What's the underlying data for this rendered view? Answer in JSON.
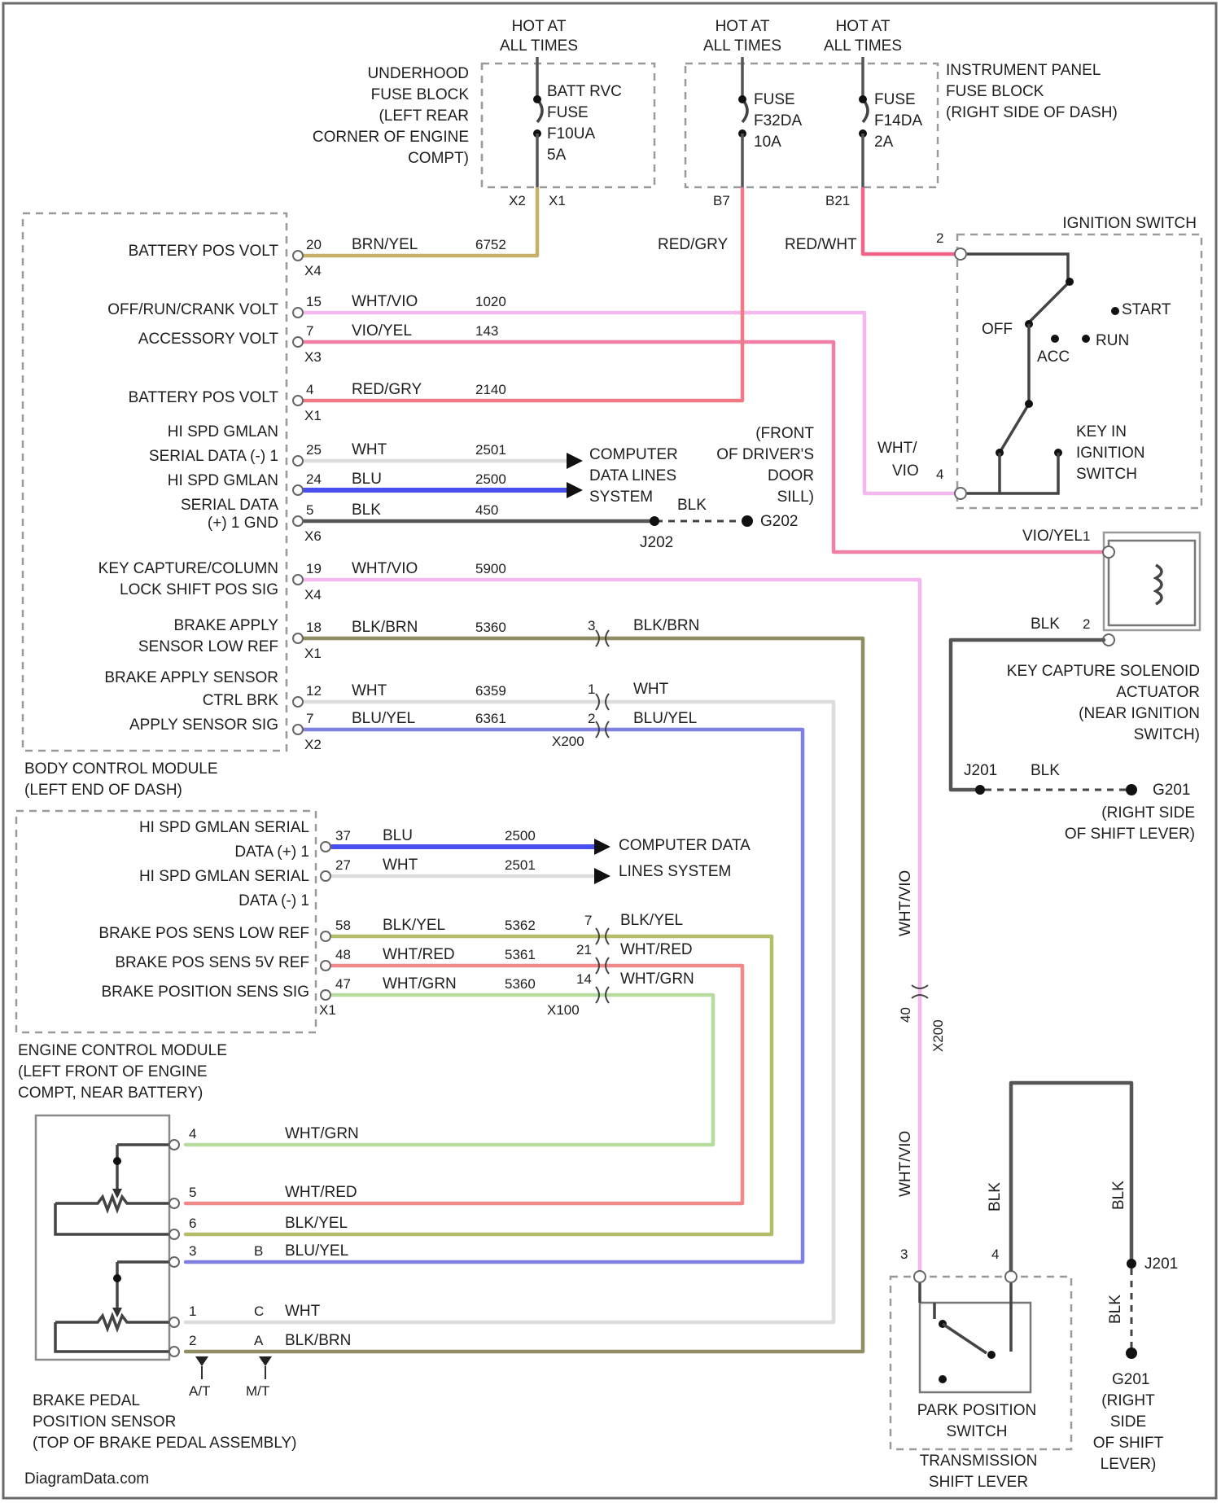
{
  "title": "",
  "watermark": "DiagramData.com",
  "colors": {
    "brn_yel": "#c9b06a",
    "red_gry": "#ef7a86",
    "red_wht": "#f0648a",
    "wht_vio": "#f4b8ee",
    "vio_yel": "#f07fa6",
    "wht": "#dcdcdc",
    "blu": "#4a4ff0",
    "blk": "#555555",
    "blk_brn": "#8e8e62",
    "blu_yel": "#7f7fe0",
    "blk_yel": "#b4bd68",
    "wht_red": "#f08a8a",
    "wht_grn": "#b6dca0"
  },
  "hot_labels": [
    "HOT AT",
    "ALL TIMES"
  ],
  "underhood_fuse_block": {
    "label": [
      "UNDERHOOD",
      "FUSE BLOCK",
      "(LEFT REAR",
      "CORNER OF ENGINE",
      "COMPT)"
    ],
    "fuse": [
      "BATT RVC",
      "FUSE",
      "F10UA",
      "5A"
    ],
    "pins": [
      "X2",
      "X1"
    ]
  },
  "ip_fuse_block": {
    "label": [
      "INSTRUMENT PANEL",
      "FUSE BLOCK",
      "(RIGHT SIDE OF DASH)"
    ],
    "fuse1": [
      "FUSE",
      "F32DA",
      "10A"
    ],
    "fuse2": [
      "FUSE",
      "F14DA",
      "2A"
    ],
    "pins": [
      "B7",
      "B21"
    ]
  },
  "bcm": {
    "name": [
      "BODY CONTROL MODULE",
      "(LEFT END OF DASH)"
    ],
    "rows": [
      {
        "label": "BATTERY POS VOLT",
        "pin": "20",
        "color": "BRN/YEL",
        "circuit": "6752",
        "conn": "X4"
      },
      {
        "label": "OFF/RUN/CRANK VOLT",
        "pin": "15",
        "color": "WHT/VIO",
        "circuit": "1020",
        "conn": ""
      },
      {
        "label": "ACCESSORY VOLT",
        "pin": "7",
        "color": "VIO/YEL",
        "circuit": "143",
        "conn": "X3"
      },
      {
        "label": "BATTERY POS VOLT",
        "pin": "4",
        "color": "RED/GRY",
        "circuit": "2140",
        "conn": "X1"
      },
      {
        "label": "HI SPD GMLAN SERIAL DATA (-) 1",
        "pin": "25",
        "color": "WHT",
        "circuit": "2501",
        "conn": ""
      },
      {
        "label": "HI SPD GMLAN SERIAL DATA (+) 1",
        "pin": "24",
        "color": "BLU",
        "circuit": "2500",
        "conn": ""
      },
      {
        "label": "GND",
        "pin": "5",
        "color": "BLK",
        "circuit": "450",
        "conn": "X6"
      },
      {
        "label": "KEY CAPTURE/COLUMN LOCK SHIFT POS SIG",
        "pin": "19",
        "color": "WHT/VIO",
        "circuit": "5900",
        "conn": "X4"
      },
      {
        "label": "BRAKE APPLY SENSOR LOW REF",
        "pin": "18",
        "color": "BLK/BRN",
        "circuit": "5360",
        "conn": "X1"
      },
      {
        "label": "BRAKE APPLY SENSOR CTRL",
        "pin": "12",
        "color": "WHT",
        "circuit": "6359",
        "conn": ""
      },
      {
        "label": "BRAKE APPLY SENSOR SIG",
        "pin": "7",
        "color": "BLU/YEL",
        "circuit": "6361",
        "conn": "X2"
      }
    ],
    "lhs_labels": [
      "BATTERY POS VOLT",
      "OFF/RUN/CRANK VOLT",
      "ACCESSORY VOLT",
      "BATTERY POS VOLT",
      "HI SPD GMLAN",
      "SERIAL DATA (-) 1",
      "HI SPD GMLAN",
      "SERIAL DATA",
      "(+) 1 GND",
      "KEY CAPTURE/COLUMN",
      "LOCK SHIFT POS SIG",
      "BRAKE APPLY",
      "SENSOR LOW REF",
      "BRAKE APPLY SENSOR",
      "CTRL BRK",
      "APPLY SENSOR SIG"
    ]
  },
  "data_lines_bcm": [
    "COMPUTER",
    "DATA LINES",
    "SYSTEM"
  ],
  "ground_g202": {
    "splice": "J202",
    "ground": "G202",
    "wire": "BLK",
    "loc": [
      "(FRONT",
      "OF DRIVER'S",
      "DOOR",
      "SILL)"
    ]
  },
  "ignition_switch": {
    "title": "IGNITION SWITCH",
    "positions": [
      "OFF",
      "ACC",
      "RUN",
      "START"
    ],
    "key_in": [
      "KEY IN",
      "IGNITION",
      "SWITCH"
    ],
    "pins": [
      "2",
      "4"
    ],
    "wire_in_left": [
      "WHT/",
      "VIO"
    ]
  },
  "fuse_feed_labels": [
    "RED/GRY",
    "RED/WHT"
  ],
  "key_solenoid": {
    "wire1": "VIO/YEL",
    "pin1": "1",
    "wire2": "BLK",
    "pin2": "2",
    "label": [
      "KEY CAPTURE SOLENOID",
      "ACTUATOR",
      "(NEAR IGNITION",
      "SWITCH)"
    ],
    "splice": "J201",
    "ground_wire": "BLK",
    "ground": "G201",
    "gnd_loc": [
      "(RIGHT SIDE",
      "OF SHIFT LEVER)"
    ]
  },
  "inline_conn": {
    "name": "X200",
    "pins": [
      "3",
      "1",
      "2"
    ],
    "colors": [
      "BLK/BRN",
      "WHT",
      "BLU/YEL"
    ]
  },
  "ecm": {
    "name": [
      "ENGINE CONTROL MODULE",
      "(LEFT FRONT OF ENGINE",
      "COMPT, NEAR BATTERY)"
    ],
    "lhs_labels": [
      "HI SPD GMLAN SERIAL",
      "DATA (+) 1",
      "HI SPD GMLAN SERIAL",
      "DATA (-) 1",
      "BRAKE POS SENS LOW REF",
      "BRAKE POS SENS 5V REF",
      "BRAKE POSITION SENS SIG"
    ],
    "rows": [
      {
        "pin": "37",
        "color": "BLU",
        "circuit": "2500"
      },
      {
        "pin": "27",
        "color": "WHT",
        "circuit": "2501"
      },
      {
        "pin": "58",
        "color": "BLK/YEL",
        "circuit": "5362"
      },
      {
        "pin": "48",
        "color": "WHT/RED",
        "circuit": "5361"
      },
      {
        "pin": "47",
        "color": "WHT/GRN",
        "circuit": "5360"
      }
    ],
    "conn": "X1",
    "data_lines": [
      "COMPUTER DATA",
      "LINES SYSTEM"
    ]
  },
  "inline_x100": {
    "name": "X100",
    "pins": [
      "7",
      "21",
      "14"
    ],
    "colors": [
      "BLK/YEL",
      "WHT/RED",
      "WHT/GRN"
    ]
  },
  "brake_sensor": {
    "label": [
      "BRAKE PEDAL",
      "POSITION SENSOR",
      "(TOP OF BRAKE PEDAL ASSEMBLY)"
    ],
    "rows": [
      {
        "pin": "4",
        "alt": "",
        "color": "WHT/GRN"
      },
      {
        "pin": "5",
        "alt": "",
        "color": "WHT/RED"
      },
      {
        "pin": "6",
        "alt": "",
        "color": "BLK/YEL"
      },
      {
        "pin": "3",
        "alt": "B",
        "color": "BLU/YEL"
      },
      {
        "pin": "1",
        "alt": "C",
        "color": "WHT"
      },
      {
        "pin": "2",
        "alt": "A",
        "color": "BLK/BRN"
      }
    ],
    "variants": [
      "A/T",
      "M/T"
    ]
  },
  "park_switch": {
    "label": [
      "PARK POSITION",
      "SWITCH"
    ],
    "location": [
      "TRANSMISSION",
      "SHIFT LEVER"
    ],
    "vertical_wire_upper": "WHT/VIO",
    "conn_pin": "40",
    "conn_name": "X200",
    "vertical_wire_lower": "WHT/VIO",
    "pin_left": "3",
    "pin_right": "4",
    "blk_labels": [
      "BLK",
      "BLK"
    ],
    "splice": "J201",
    "ground_wire": "BLK",
    "ground": "G201",
    "gnd_loc": [
      "(RIGHT",
      "SIDE",
      "OF SHIFT",
      "LEVER)"
    ]
  }
}
